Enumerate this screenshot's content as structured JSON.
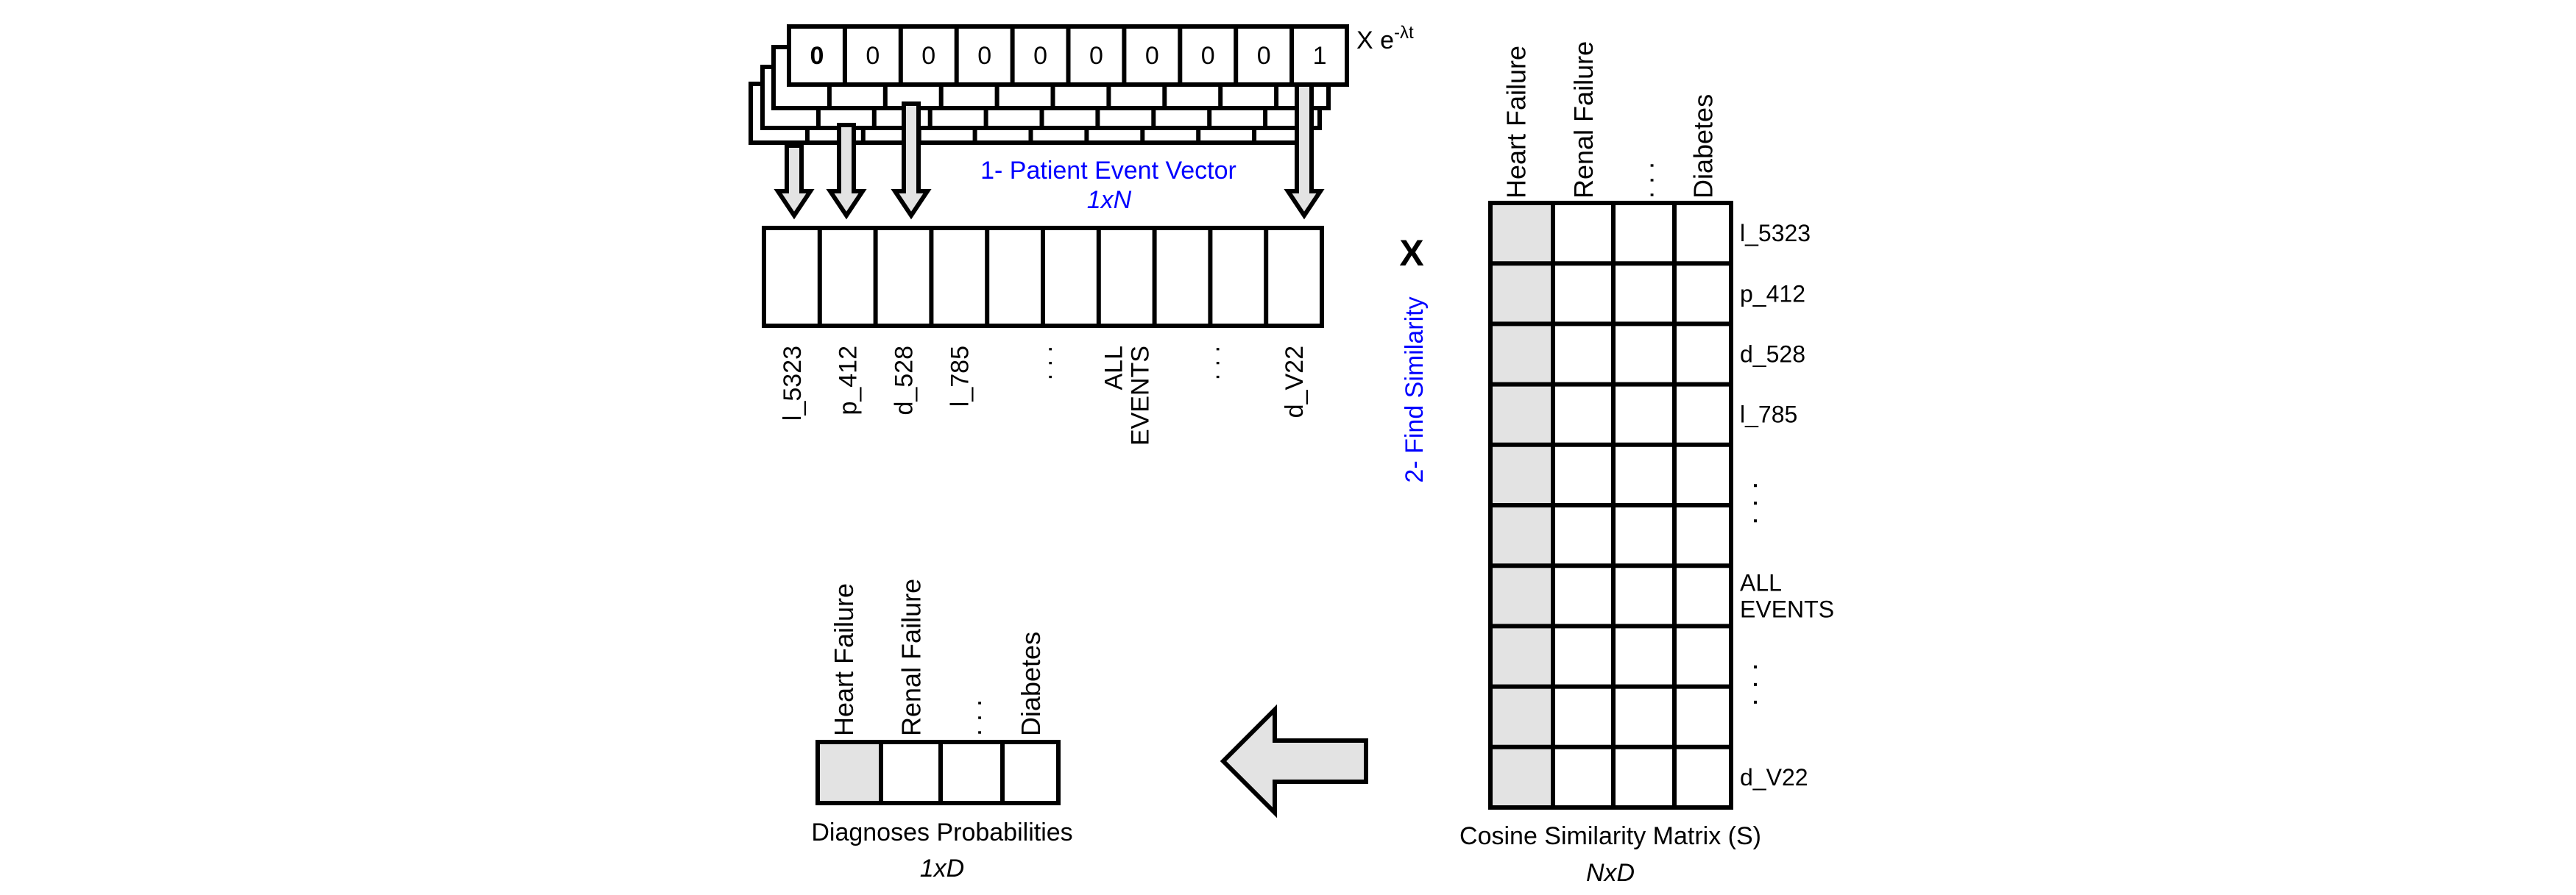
{
  "patient_vector": {
    "decay_label_prefix": "X  e",
    "decay_label_exponent": "-λt",
    "front_values": [
      "0",
      "0",
      "0",
      "0",
      "0",
      "0",
      "0",
      "0",
      "0",
      "1"
    ],
    "title": "1- Patient Event Vector",
    "dims": "1xN",
    "event_labels": [
      "l_5323",
      "p_412",
      "d_528",
      "l_785",
      ". . .",
      "ALL|EVENTS",
      ". . .",
      "d_V22"
    ]
  },
  "multiply_symbol": "X",
  "similarity": {
    "step_label": "2- Find Similarity",
    "columns": [
      "Heart Failure",
      "Renal Failure",
      ". . .",
      "Diabetes"
    ],
    "rows": [
      "l_5323",
      "p_412",
      "d_528",
      "l_785",
      ". . .",
      "",
      "ALL|EVENTS",
      ". . .",
      "",
      "d_V22"
    ],
    "highlight_color": "#e3e3e3",
    "caption": "Cosine Similarity Matrix (S)",
    "dims": "NxD"
  },
  "result": {
    "columns": [
      "Heart Failure",
      "Renal Failure",
      ". . .",
      "Diabetes"
    ],
    "caption": "Diagnoses Probabilities",
    "dims": "1xD"
  },
  "colors": {
    "accent_blue": "#0000ff",
    "arrow_fill": "#e3e3e3",
    "stroke": "#000000"
  }
}
